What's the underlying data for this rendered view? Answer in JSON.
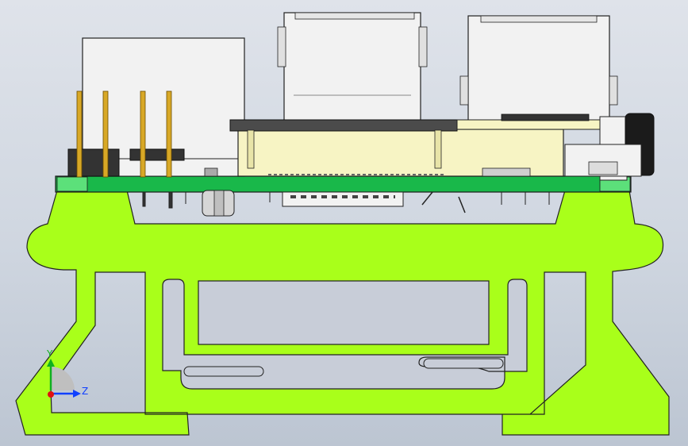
{
  "axis_triad": {
    "y_label": "Y",
    "z_label": "Z"
  },
  "colors": {
    "background_top": "#dfe3ea",
    "background_bottom": "#bcc5d2",
    "rail_bracket": "#a9ff1a",
    "pcb": "#19b84a",
    "module_body": "#f7f4c4",
    "connector_shell": "#f2f2f2",
    "header_pins": "#d8a826",
    "header_housing": "#333333",
    "dark_plate": "#4b4b4b",
    "y_axis": "#10b020",
    "z_axis": "#1040ff",
    "x_axis": "#e01010"
  },
  "components": [
    "din-rail-bracket",
    "pcb-board",
    "pin-header-left",
    "pin-header-right",
    "rj45-connector",
    "usb-connector-left",
    "usb-connector-right",
    "pcie-module",
    "ffc-connector",
    "dc-barrel-jack"
  ]
}
